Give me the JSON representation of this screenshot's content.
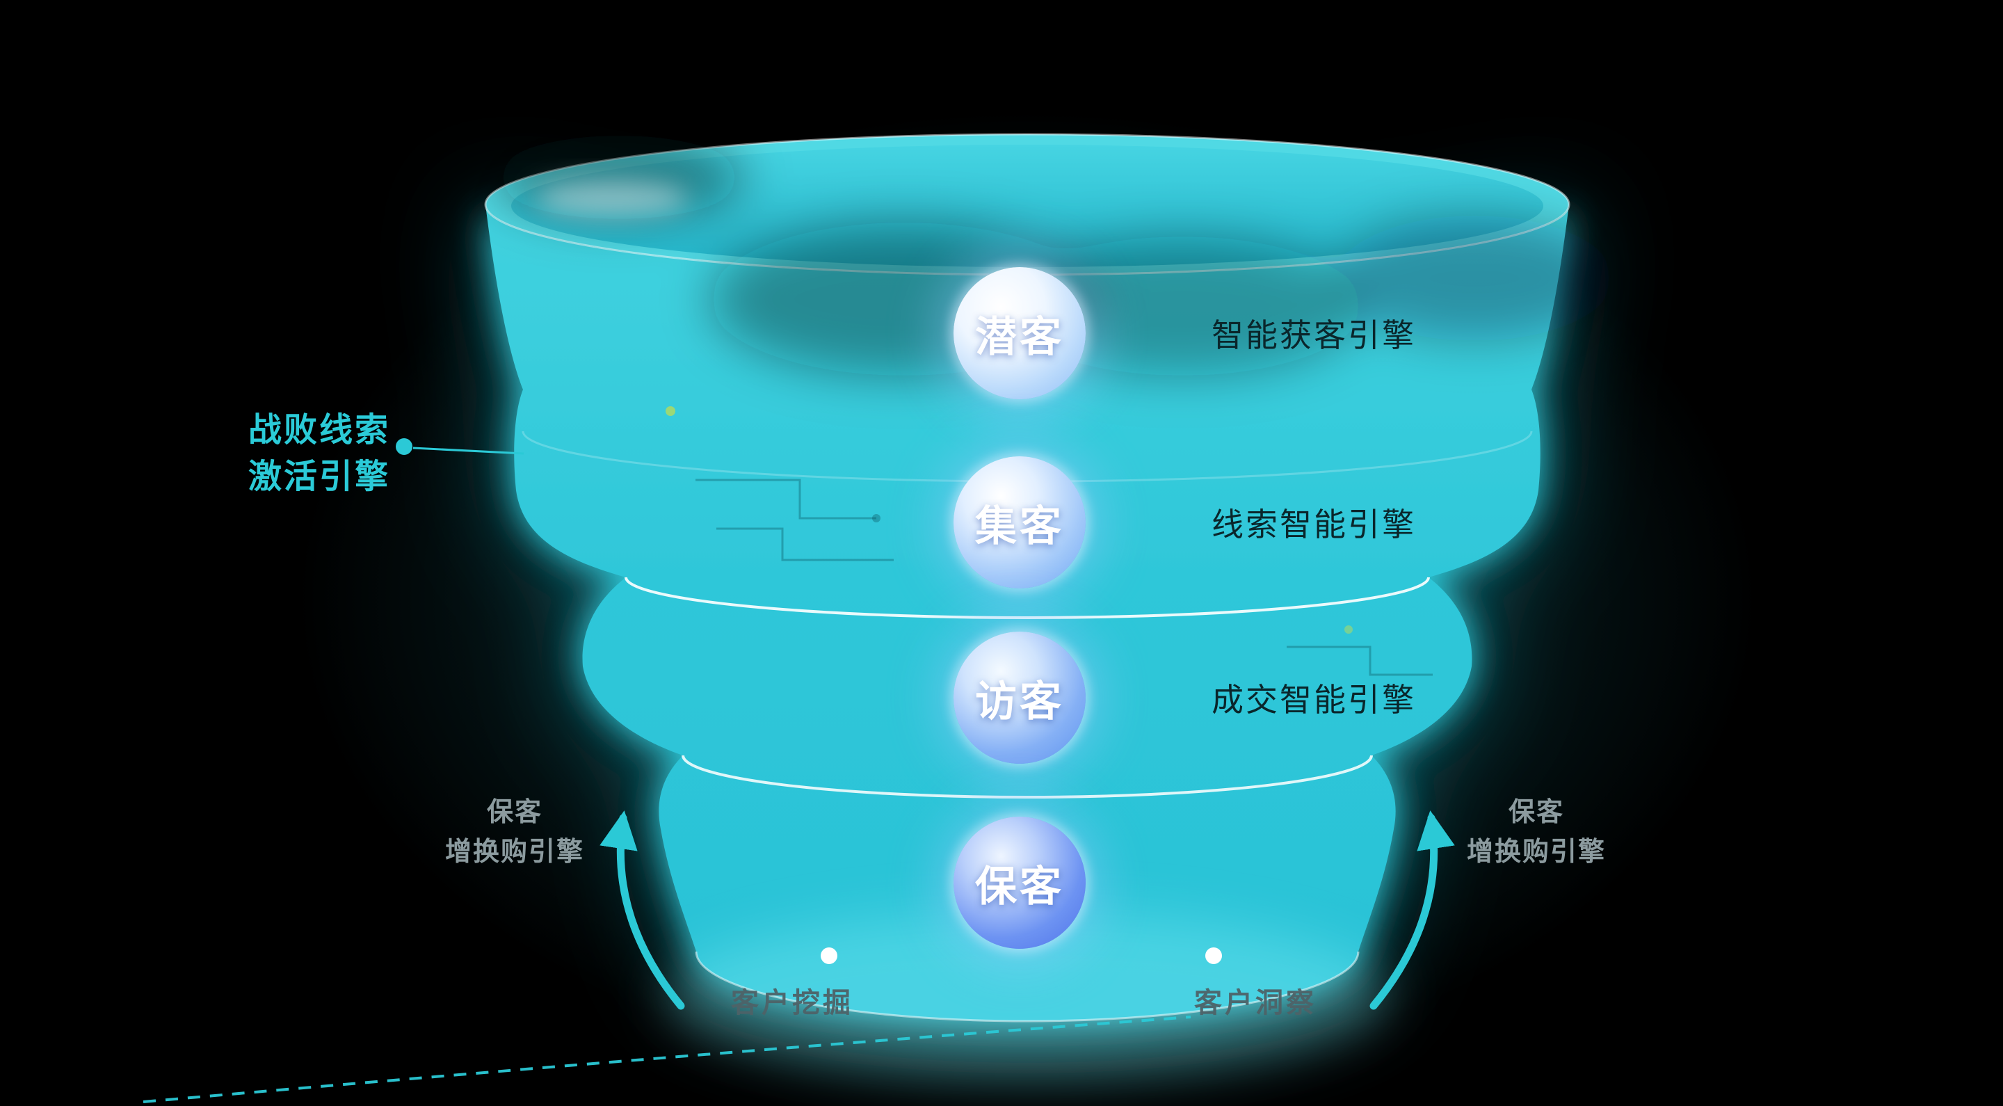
{
  "funnel": {
    "stages": [
      {
        "label": "潜客",
        "engine": "智能获客引擎"
      },
      {
        "label": "集客",
        "engine": "线索智能引擎"
      },
      {
        "label": "访客",
        "engine": "成交智能引擎"
      },
      {
        "label": "保客",
        "engine": ""
      }
    ],
    "left_callout": {
      "line1": "战败线索",
      "line2": "激活引擎"
    },
    "left_side_label": {
      "line1": "保客",
      "line2": "增换购引擎"
    },
    "right_side_label": {
      "line1": "保客",
      "line2": "增换购引擎"
    },
    "bottom_left_label": "客户挖掘",
    "bottom_right_label": "客户洞察",
    "colors": {
      "funnel_cyan": "#2fc6d8",
      "accent_cyan": "#2bc9d6",
      "badge_blue": "#4d72e9",
      "muted_gray": "#94a3a8",
      "engine_text": "#0a262b",
      "separator_white": "#ffffff"
    }
  }
}
